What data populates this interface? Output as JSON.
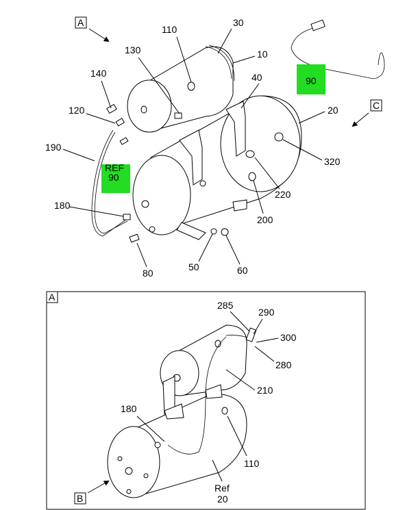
{
  "view_labels": {
    "top_a": "A",
    "top_c": "C",
    "inset_a": "A",
    "inset_b": "B"
  },
  "green_tags": {
    "upper_right": "90",
    "ref_line1": "REF",
    "ref_line2": "90"
  },
  "colors": {
    "tag_fill": "#22dd22",
    "line": "#000000"
  },
  "callouts_main": {
    "c110": "110",
    "c30": "30",
    "c10": "10",
    "c130": "130",
    "c140": "140",
    "c40": "40",
    "c20": "20",
    "c120": "120",
    "c190": "190",
    "c320": "320",
    "c220": "220",
    "c180": "180",
    "c200": "200",
    "c80": "80",
    "c50": "50",
    "c60": "60"
  },
  "callouts_inset": {
    "c285": "285",
    "c290": "290",
    "c300": "300",
    "c280": "280",
    "c210": "210",
    "c180": "180",
    "c110": "110",
    "ref_line1": "Ref",
    "ref_line2": "20"
  }
}
